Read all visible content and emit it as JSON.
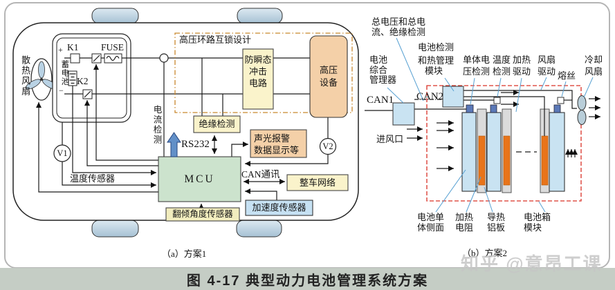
{
  "cap": {
    "bar": "图 4-17  典型动力电池管理系统方案",
    "a": "（a）方案1",
    "b": "（b）方案2"
  },
  "wm": "知乎 @意昂工课",
  "s1": {
    "fan": "散热风扇",
    "plus": "+",
    "bat": "蓄电池",
    "minus": "−",
    "k1": "K1",
    "fuse": "FUSE",
    "k2": "K2",
    "hv_loop": "高压环路互锁设计",
    "surge": [
      "防瞬态",
      "冲击",
      "电路"
    ],
    "hv_dev": [
      "高压",
      "设备"
    ],
    "cur": "电流检测",
    "ins": "绝缘检测",
    "rs232": "RS232",
    "alarm": [
      "声光报警",
      "数据显示等"
    ],
    "v1": "V1",
    "v2": "V2",
    "temp": "温度传感器",
    "mcu": "MCU",
    "can": "CAN通讯",
    "net": "整车网络",
    "tilt": "翻倾角度传感器",
    "acc": "加速度传感器"
  },
  "s2": {
    "total": [
      "总电压和总电",
      "流、绝缘检测"
    ],
    "bms": [
      "电池",
      "综合",
      "管理器"
    ],
    "mod": [
      "电池检测",
      "和热管理",
      "模块"
    ],
    "cellv": [
      "单体电",
      "压检测"
    ],
    "temp": [
      "温度",
      "检测"
    ],
    "heat": [
      "加热",
      "驱动"
    ],
    "fandrv": [
      "风扇",
      "驱动"
    ],
    "fuse": "熔丝",
    "cool": [
      "冷却",
      "风扇"
    ],
    "can1": "CAN1",
    "can2": "CAN2",
    "inlet": "进风口",
    "cellside": [
      "电池单",
      "体侧面"
    ],
    "heater": [
      "加热",
      "电阻"
    ],
    "plate": [
      "导热",
      "铝板"
    ],
    "boxmod": [
      "电池箱",
      "模块"
    ]
  },
  "colors": {
    "cream": "#faf3cb",
    "orange": "#f4d0a8",
    "green": "#cce3cd",
    "blue_box": "#c6e1f3",
    "pale_yellow": "#f2edbe",
    "light_blue": "#c9e3f2",
    "plate_gray": "#dbdbdb",
    "heater": "#e8741a",
    "terminal": "#5b79b8",
    "arrow_blue": "#6290c8",
    "leader_blue": "#56a0d2",
    "red_dash": "#d93025",
    "orange_dash": "#c8862b",
    "bar_bg": "#c5cdc5",
    "watermark_gray": "#c6c6c6"
  }
}
